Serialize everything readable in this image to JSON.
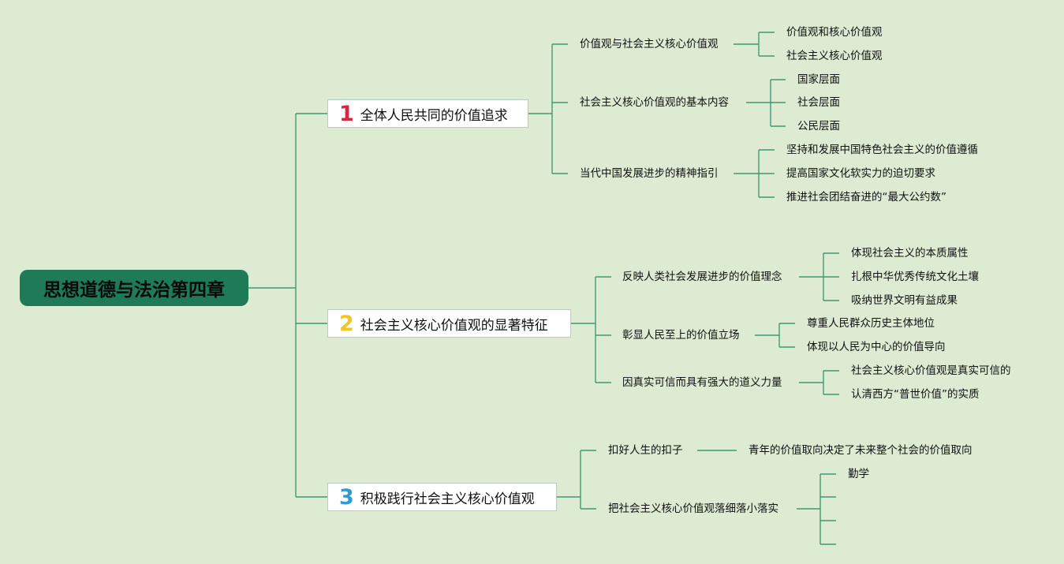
{
  "root": {
    "title": "思想道德与法治第四章"
  },
  "branches": [
    {
      "number": "1",
      "number_color": "#d7263d",
      "title": "全体人民共同的价值追求",
      "children": [
        {
          "text": "价值观与社会主义核心价值观",
          "leaves": [
            "价值观和核心价值观",
            "社会主义核心价值观"
          ]
        },
        {
          "text": "社会主义核心价值观的基本内容",
          "leaves": [
            "国家层面",
            "社会层面",
            "公民层面"
          ]
        },
        {
          "text": "当代中国发展进步的精神指引",
          "leaves": [
            "坚持和发展中国特色社会主义的价值遵循",
            "提高国家文化软实力的迫切要求",
            "推进社会团结奋进的“最大公约数”"
          ]
        }
      ]
    },
    {
      "number": "2",
      "number_color": "#f2c42c",
      "title": "社会主义核心价值观的显著特征",
      "children": [
        {
          "text": "反映人类社会发展进步的价值理念",
          "leaves": [
            "体现社会主义的本质属性",
            "扎根中华优秀传统文化土壤",
            "吸纳世界文明有益成果"
          ]
        },
        {
          "text": "彰显人民至上的价值立场",
          "leaves": [
            "尊重人民群众历史主体地位",
            "体现以人民为中心的价值导向"
          ]
        },
        {
          "text": "因真实可信而具有强大的道义力量",
          "leaves": [
            "社会主义核心价值观是真实可信的",
            "认清西方“普世价值”的实质"
          ]
        }
      ]
    },
    {
      "number": "3",
      "number_color": "#2f9ad6",
      "title": "积极践行社会主义核心价值观",
      "children": [
        {
          "text": "扣好人生的扣子",
          "leaves": [
            "青年的价值取向决定了未来整个社会的价值取向"
          ]
        },
        {
          "text": "把社会主义核心价值观落细落小落实",
          "leaves": [
            "勤学",
            "",
            "",
            ""
          ]
        }
      ]
    }
  ],
  "colors": {
    "background": "#dcebd2",
    "line": "#3f9a73",
    "root_fill": "#1f7a57"
  }
}
